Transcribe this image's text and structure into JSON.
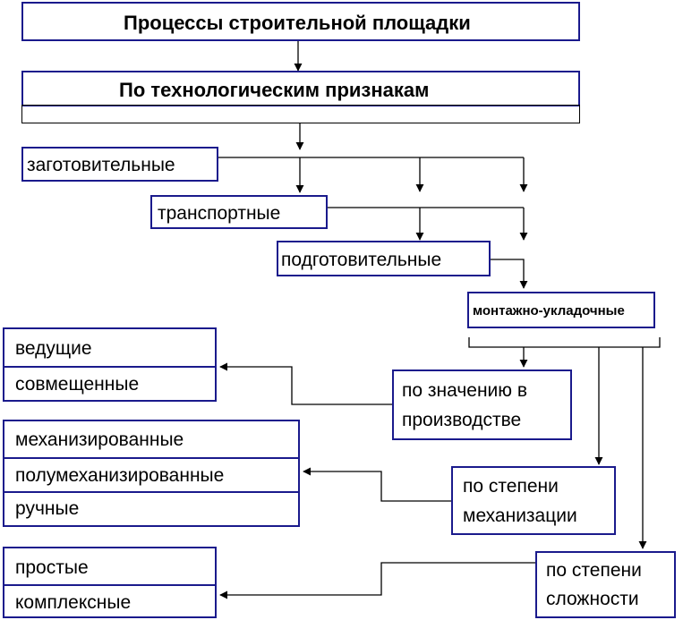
{
  "title": "Процессы строительной площадки",
  "technological": "По технологическим признакам",
  "stages": {
    "procurement": "заготовительные",
    "transport": "транспортные",
    "preparatory": "подготовительные",
    "assembly": "монтажно-укладочные"
  },
  "criteria": {
    "by_significance": [
      "по значению в",
      "производстве"
    ],
    "by_mechanization": [
      "по степени",
      "механизации"
    ],
    "by_complexity": [
      "по степени",
      "сложности"
    ]
  },
  "groups": {
    "significance": [
      "ведущие",
      "совмещенные"
    ],
    "mechanization": [
      "механизированные",
      "полумеханизированные",
      "ручные"
    ],
    "complexity": [
      "простые",
      "комплексные"
    ]
  },
  "colors": {
    "box_border": "#1a1a8c",
    "line": "#000000"
  }
}
